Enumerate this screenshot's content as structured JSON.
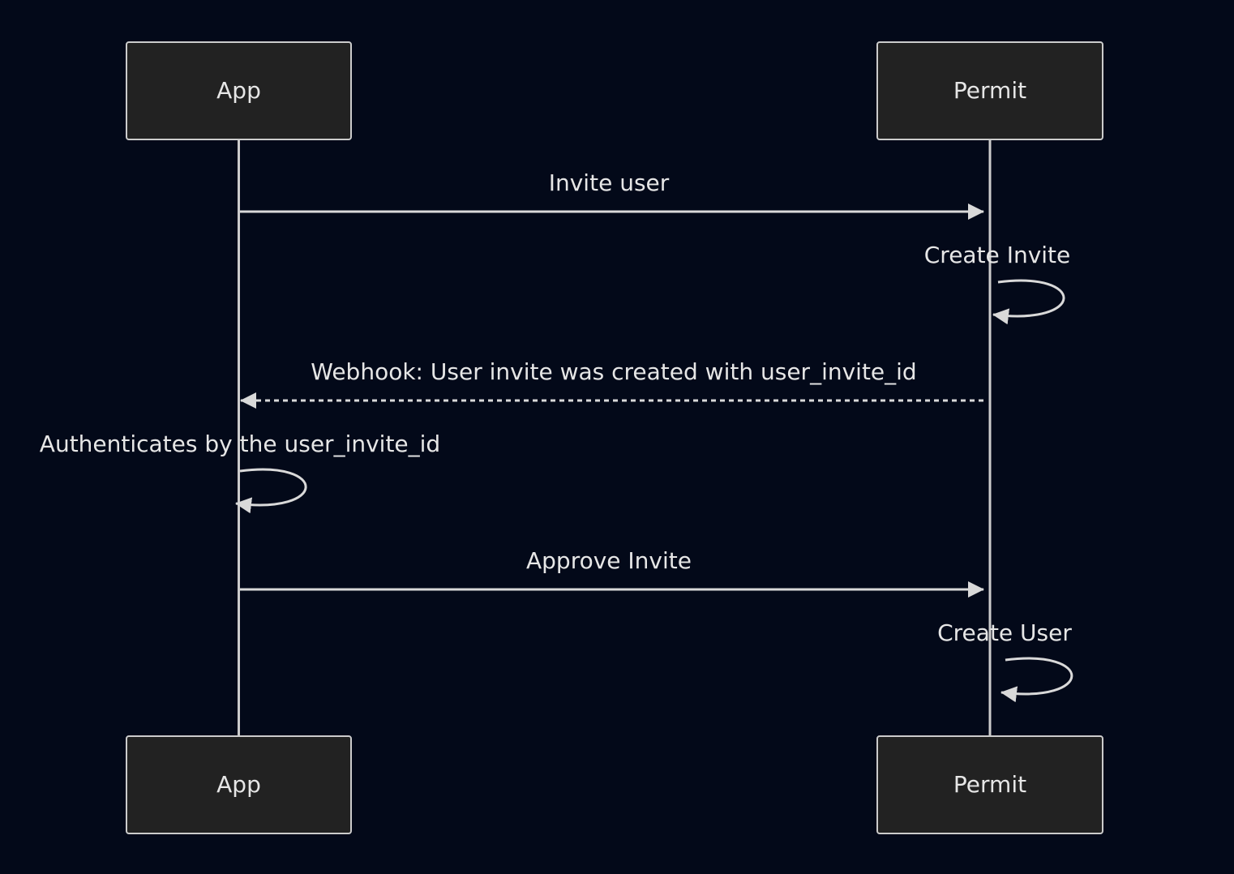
{
  "diagram": {
    "colors": {
      "background": "#030919",
      "actor_fill": "#222222",
      "actor_stroke": "#cccccc",
      "line": "#d9d9d9",
      "text": "#e6e6e6"
    },
    "participants": [
      {
        "id": "app",
        "label": "App"
      },
      {
        "id": "permit",
        "label": "Permit"
      }
    ],
    "messages": [
      {
        "from": "app",
        "to": "permit",
        "label": "Invite user",
        "style": "solid"
      },
      {
        "from": "permit",
        "to": "permit",
        "label": "Create Invite",
        "style": "solid"
      },
      {
        "from": "permit",
        "to": "app",
        "label": "Webhook: User invite was created with user_invite_id",
        "style": "dashed"
      },
      {
        "from": "app",
        "to": "app",
        "label": "Authenticates by the user_invite_id",
        "style": "solid"
      },
      {
        "from": "app",
        "to": "permit",
        "label": "Approve Invite",
        "style": "solid"
      },
      {
        "from": "permit",
        "to": "permit",
        "label": "Create User",
        "style": "solid"
      }
    ]
  }
}
